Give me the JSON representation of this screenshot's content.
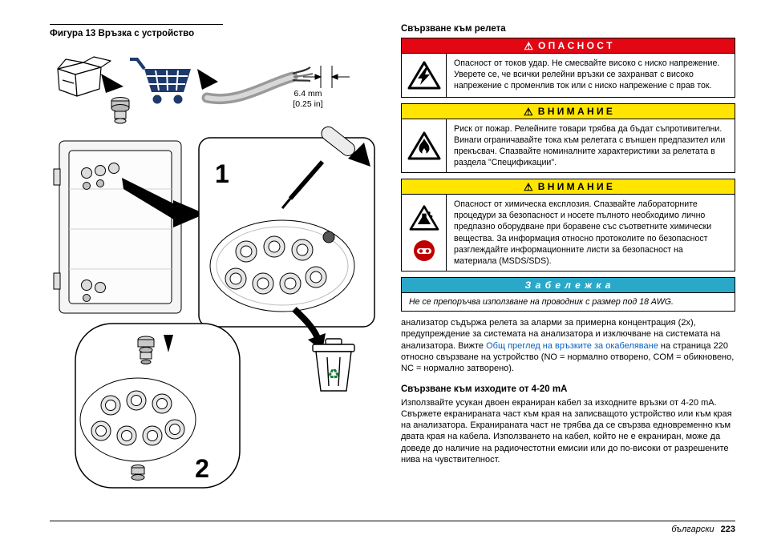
{
  "page": {
    "footer_language": "български",
    "footer_page": "223"
  },
  "icons": {
    "warning_sign": "⚠",
    "recycle": "♻"
  },
  "colors": {
    "danger-red": "#e30613",
    "caution-yellow": "#ffe500",
    "note-cyan": "#2aa8c8",
    "link-blue": "#0563c1",
    "cart-navy": "#1d3a6d",
    "ppe-red": "#c00000"
  },
  "figure": {
    "title": "Фигура 13  Връзка с устройство",
    "dimension": {
      "mm": "6.4 mm",
      "in": "[0.25 in]"
    },
    "callouts": {
      "step1": "1",
      "step2": "2"
    }
  },
  "relays": {
    "heading": "Свързване към релета",
    "danger": {
      "label": "О П А С Н О С Т",
      "text": "Опасност от токов удар. Не смесвайте високо с ниско напрежение. Уверете се, че всички релейни връзки се захранват с високо напрежение с променлив ток или с ниско напрежение с прав ток."
    },
    "caution_fire": {
      "label": "В Н И М А Н И Е",
      "text": "Риск от пожар. Релейните товари трябва да бъдат съпротивителни. Винаги ограничавайте тока към релетата с външен предпазител или прекъсвач. Спазвайте номиналните характеристики за релетата в раздела \"Спецификации\"."
    },
    "caution_chemical": {
      "label": "В Н И М А Н И Е",
      "text": "Опасност от химическа експлозия. Спазвайте лабораторните процедури за безопасност и носете пълното необходимо лично предпазно оборудване при боравене със съответните химически вещества. За информация относно протоколите по безопасност разглеждайте информационните листи за безопасност на материала (MSDS/SDS)."
    },
    "note": {
      "label": "З а б е л е ж к а",
      "text": "Не се препоръчва използване на проводник с размер под 18 AWG."
    },
    "paragraph": {
      "part1": "анализатор съдържа релета за аларми за примерна концентрация (2x), предупреждение за системата на анализатора и изключване на системата на анализатора. Вижте ",
      "link": "Общ преглед на връзките за окабеляване",
      "part2": " на страница 220 относно свързване на устройство (NO = нормално отворено, COM = обикновено, NC = нормално затворено)."
    }
  },
  "outputs": {
    "heading": "Свързване към изходите от 4-20 mA",
    "paragraph": "Използвайте усукан двоен екраниран кабел за изходните връзки от 4-20 mA. Свържете екранираната част към края на записващото устройство или към края на анализатора. Екранираната част не трябва да се свързва едновременно към двата края на кабела. Използването на кабел, който не е екраниран, може да доведе до наличие на радиочестотни емисии или до по-високи от разрешените нива на чувствителност."
  }
}
